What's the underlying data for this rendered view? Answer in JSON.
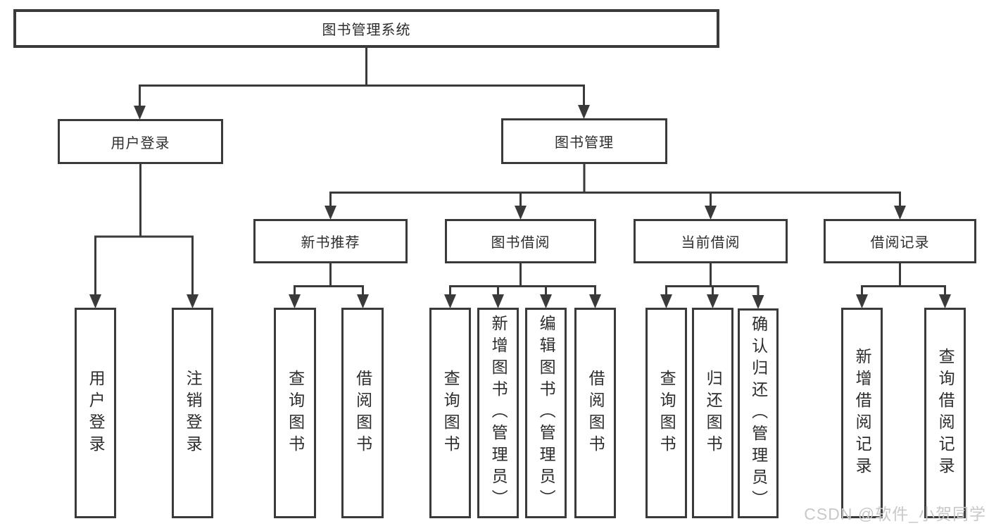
{
  "diagram": {
    "root": {
      "label": "图书管理系统"
    },
    "branches": [
      {
        "label": "用户登录",
        "children": [
          {
            "label": "用户登录"
          },
          {
            "label": "注销登录"
          }
        ]
      },
      {
        "label": "图书管理",
        "children": [
          {
            "label": "新书推荐",
            "children": [
              {
                "label": "查询图书"
              },
              {
                "label": "借阅图书"
              }
            ]
          },
          {
            "label": "图书借阅",
            "children": [
              {
                "label": "查询图书"
              },
              {
                "label": "新增图书（管理员）"
              },
              {
                "label": "编辑图书（管理员）"
              },
              {
                "label": "借阅图书"
              }
            ]
          },
          {
            "label": "当前借阅",
            "children": [
              {
                "label": "查询图书"
              },
              {
                "label": "归还图书"
              },
              {
                "label": "确认归还（管理员）"
              }
            ]
          },
          {
            "label": "借阅记录",
            "children": [
              {
                "label": "新增借阅记录"
              },
              {
                "label": "查询借阅记录"
              }
            ]
          }
        ]
      }
    ]
  },
  "watermark": {
    "text": "CSDN @软件_小贺同学",
    "color": "#c8c8c8"
  },
  "colors": {
    "line": "#3a3a3a",
    "box_border": "#3a3a3a",
    "text": "#2d2d2d",
    "background": "#ffffff"
  }
}
